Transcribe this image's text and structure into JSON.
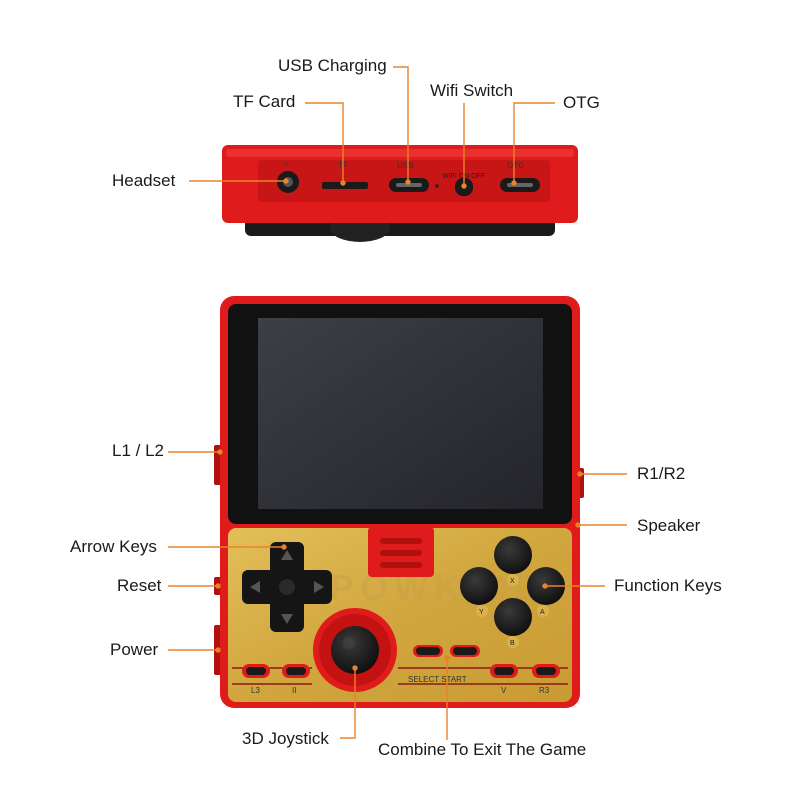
{
  "labels": {
    "usb_charging": "USB Charging",
    "tf_card": "TF  Card",
    "wifi_switch": "Wifi Switch",
    "otg": "OTG",
    "headset": "Headset",
    "l1_l2": "L1 / L2",
    "r1_r2": "R1/R2",
    "speaker": "Speaker",
    "arrow_keys": "Arrow Keys",
    "reset": "Reset",
    "function_keys": "Function Keys",
    "power": "Power",
    "joystick_3d": "3D Joystick",
    "combine_exit": "Combine To Exit The Game"
  },
  "port_marks": {
    "tf": "TF",
    "usb": "USB",
    "wifi": "WIFI ON OFF",
    "otg": "OTG"
  },
  "buttons": {
    "x": "X",
    "y": "Y",
    "a": "A",
    "b": "B",
    "l3": "L3",
    "ii": "II",
    "v": "V",
    "r3": "R3",
    "select_start": "SELECT  START"
  },
  "colors": {
    "body_red": "#e01b1b",
    "panel_gold": "#d9b24a",
    "screen": "#2e2f35",
    "leader_line": "#e8832a"
  }
}
